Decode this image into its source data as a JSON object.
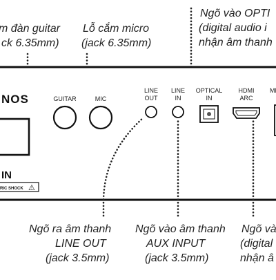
{
  "callouts_top": {
    "guitar": {
      "line1": "m đàn guitar",
      "line2": "ck 6.35mm)"
    },
    "micro": {
      "line1": "Lỗ cắm micro",
      "line2": "(jack 6.35mm)"
    },
    "optical": {
      "line1": "Ngõ vào OPTI",
      "line2": "(digital audio i",
      "line3": "nhận âm thanh"
    }
  },
  "callouts_bottom": {
    "line_out": {
      "line1": "Ngõ ra âm thanh",
      "line2": "LINE OUT",
      "line3": "(jack 3.5mm)"
    },
    "aux_input": {
      "line1": "Ngõ vào âm thanh",
      "line2": "AUX INPUT",
      "line3": "(jack 3.5mm)"
    },
    "hdmi": {
      "line1": "Ngõ và",
      "line2": "(digital",
      "line3": "nhận â"
    }
  },
  "panel": {
    "brand": "NOS",
    "jack_labels": {
      "guitar": "GUITAR",
      "mic": "MIC",
      "line_out_1": "LINE",
      "line_out_2": "OUT",
      "line_in_1": "LINE",
      "line_in_2": "IN",
      "optical_1": "OPTICAL",
      "optical_2": "IN",
      "hdmi_1": "HDMI",
      "hdmi_2": "ARC",
      "mp": "MP"
    },
    "power_label": "IN",
    "warning_text": "RIC SHOCK",
    "warning_symbol": "⚠"
  }
}
